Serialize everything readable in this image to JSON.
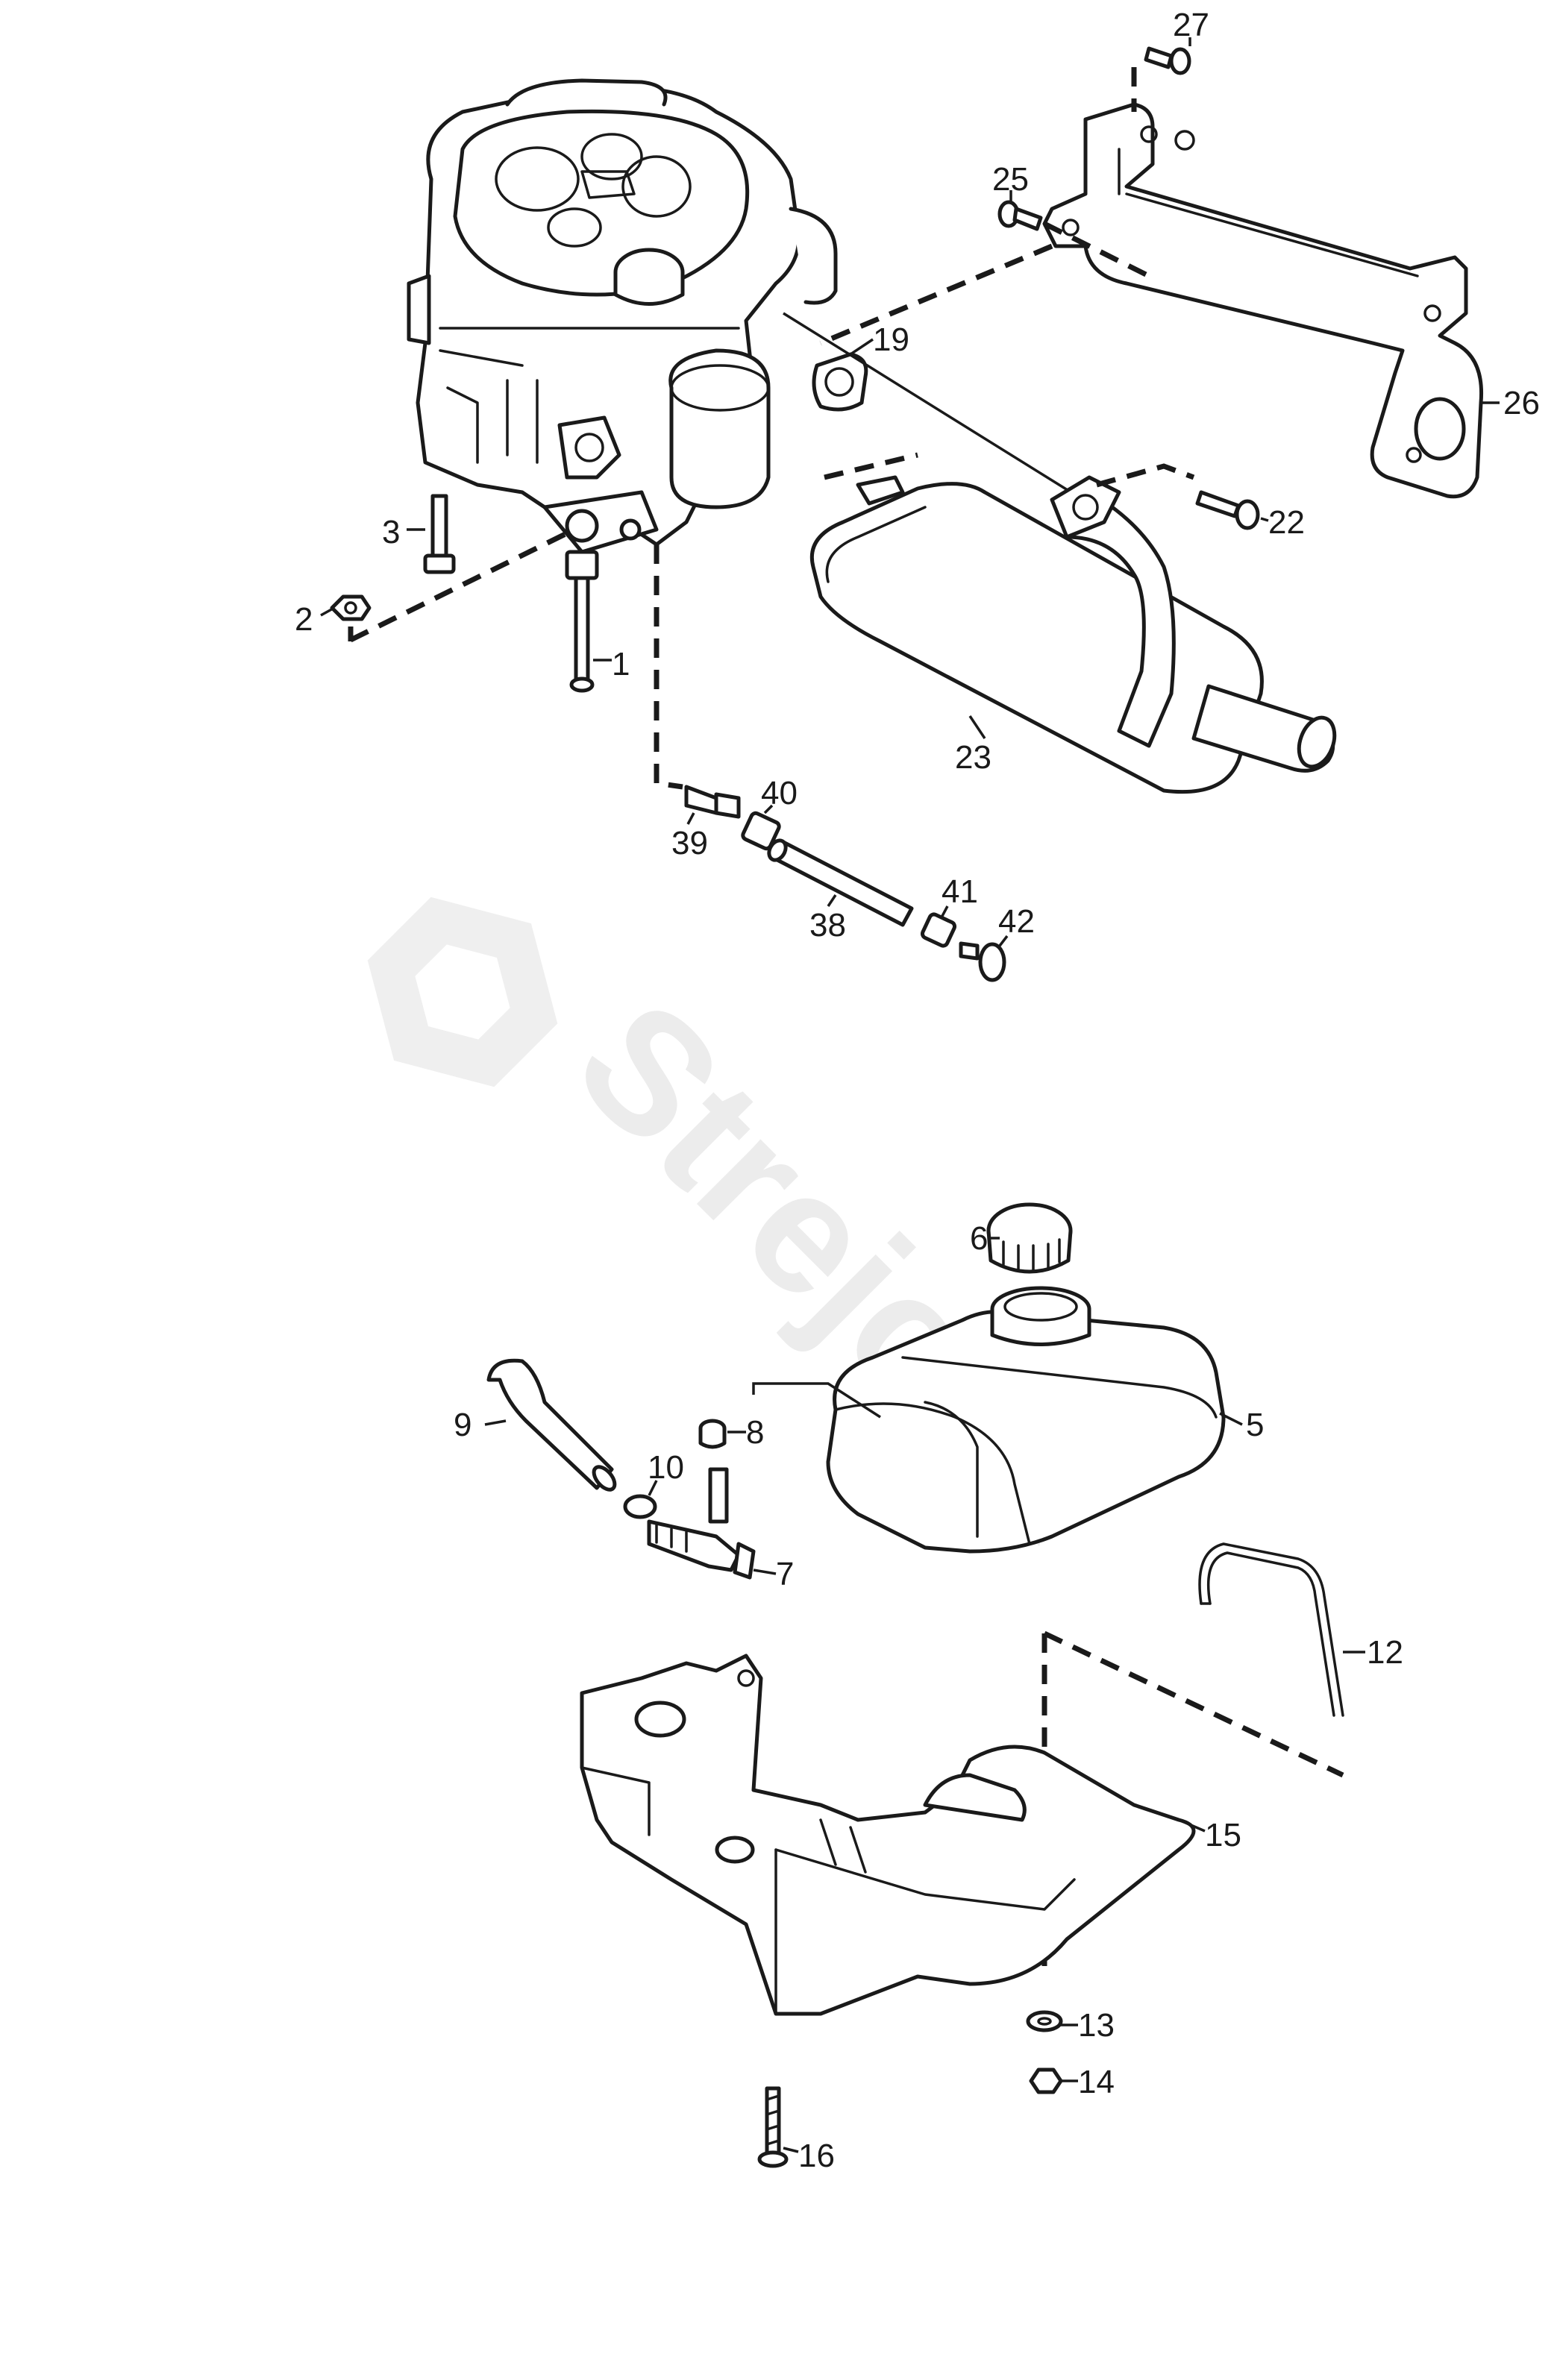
{
  "watermark": {
    "text": "Strejcek"
  },
  "callouts": {
    "c1": "1",
    "c2": "2",
    "c3": "3",
    "c5": "5",
    "c6": "6",
    "c7": "7",
    "c8": "8",
    "c9": "9",
    "c10": "10",
    "c12": "12",
    "c13": "13",
    "c14": "14",
    "c15": "15",
    "c16": "16",
    "c19": "19",
    "c22": "22",
    "c23": "23",
    "c25": "25",
    "c26": "26",
    "c27": "27",
    "c38": "38",
    "c39": "39",
    "c40": "40",
    "c41": "41",
    "c42": "42"
  },
  "parts": {
    "p1": "bolt",
    "p2": "nut",
    "p3": "bolt",
    "p5": "fuel-tank",
    "p6": "fuel-cap",
    "p7": "fuel-valve",
    "p8": "grommet",
    "p9": "fuel-hose",
    "p10": "hose-clamp",
    "p12": "rod",
    "p13": "washer",
    "p14": "nut",
    "p15": "tank-bracket",
    "p16": "screw",
    "p19": "gasket",
    "p22": "screw",
    "p23": "muffler",
    "p25": "screw",
    "p26": "muffler-bracket",
    "p27": "screw",
    "p38": "tube",
    "p39": "fitting",
    "p40": "clamp",
    "p41": "clamp",
    "p42": "drain-plug",
    "engine": "engine"
  },
  "colors": {
    "line": "#1a1a1a",
    "paper": "#ffffff",
    "watermark": "#ececec"
  }
}
